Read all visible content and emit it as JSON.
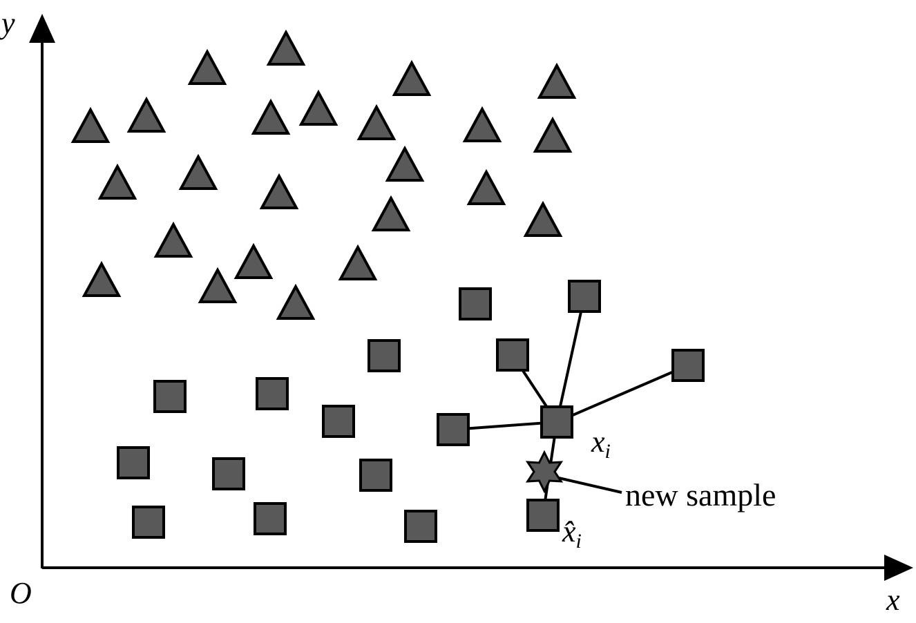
{
  "axes": {
    "x_label": "x",
    "y_label": "y",
    "origin_label": "O"
  },
  "annotations": {
    "xi_base": "x",
    "xi_sub": "i",
    "xhat_base": "x̂",
    "xhat_sub": "i",
    "new_sample": "new sample"
  },
  "colors": {
    "marker_fill": "#595959",
    "stroke": "#000000",
    "background": "#ffffff"
  },
  "icons": {
    "triangle_marker": "triangle-icon",
    "square_marker": "square-icon",
    "new_sample_marker": "hexagram-star-icon"
  }
}
